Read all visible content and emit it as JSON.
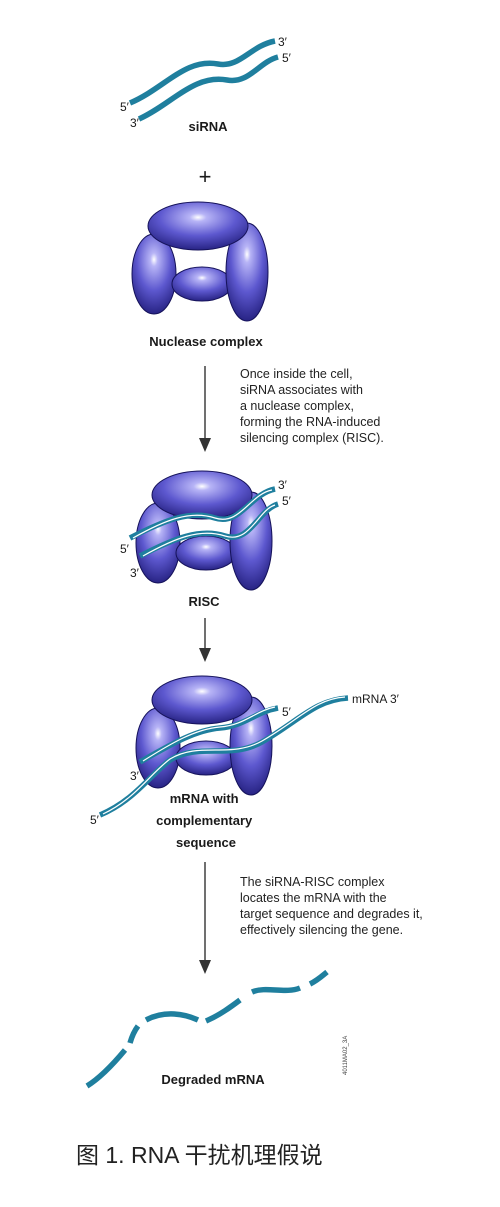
{
  "labels": {
    "sirna": "siRNA",
    "plus": "+",
    "nuclease_complex": "Nuclease complex",
    "risc": "RISC",
    "mrna_complementary": [
      "mRNA with",
      "complementary",
      "sequence"
    ],
    "degraded_mrna": "Degraded mRNA",
    "mrna_3": "mRNA 3′",
    "end_3": "3′",
    "end_5": "5′"
  },
  "notes": {
    "step1": [
      "Once inside the cell,",
      "siRNA associates with",
      "a nuclease complex,",
      "forming the RNA-induced",
      "silencing complex (RISC)."
    ],
    "step2": [
      "The siRNA-RISC complex",
      "locates the mRNA with the",
      "target sequence and degrades it,",
      "effectively silencing the gene."
    ]
  },
  "figure_code": "4011MA02_3A",
  "caption": "图 1. RNA 干扰机理假说",
  "colors": {
    "rna_strand": "#1f7f9e",
    "rna_highlight": "#ffffff",
    "protein_dark": "#2c2a8c",
    "protein_light": "#9f9cf0",
    "arrow": "#333333"
  }
}
